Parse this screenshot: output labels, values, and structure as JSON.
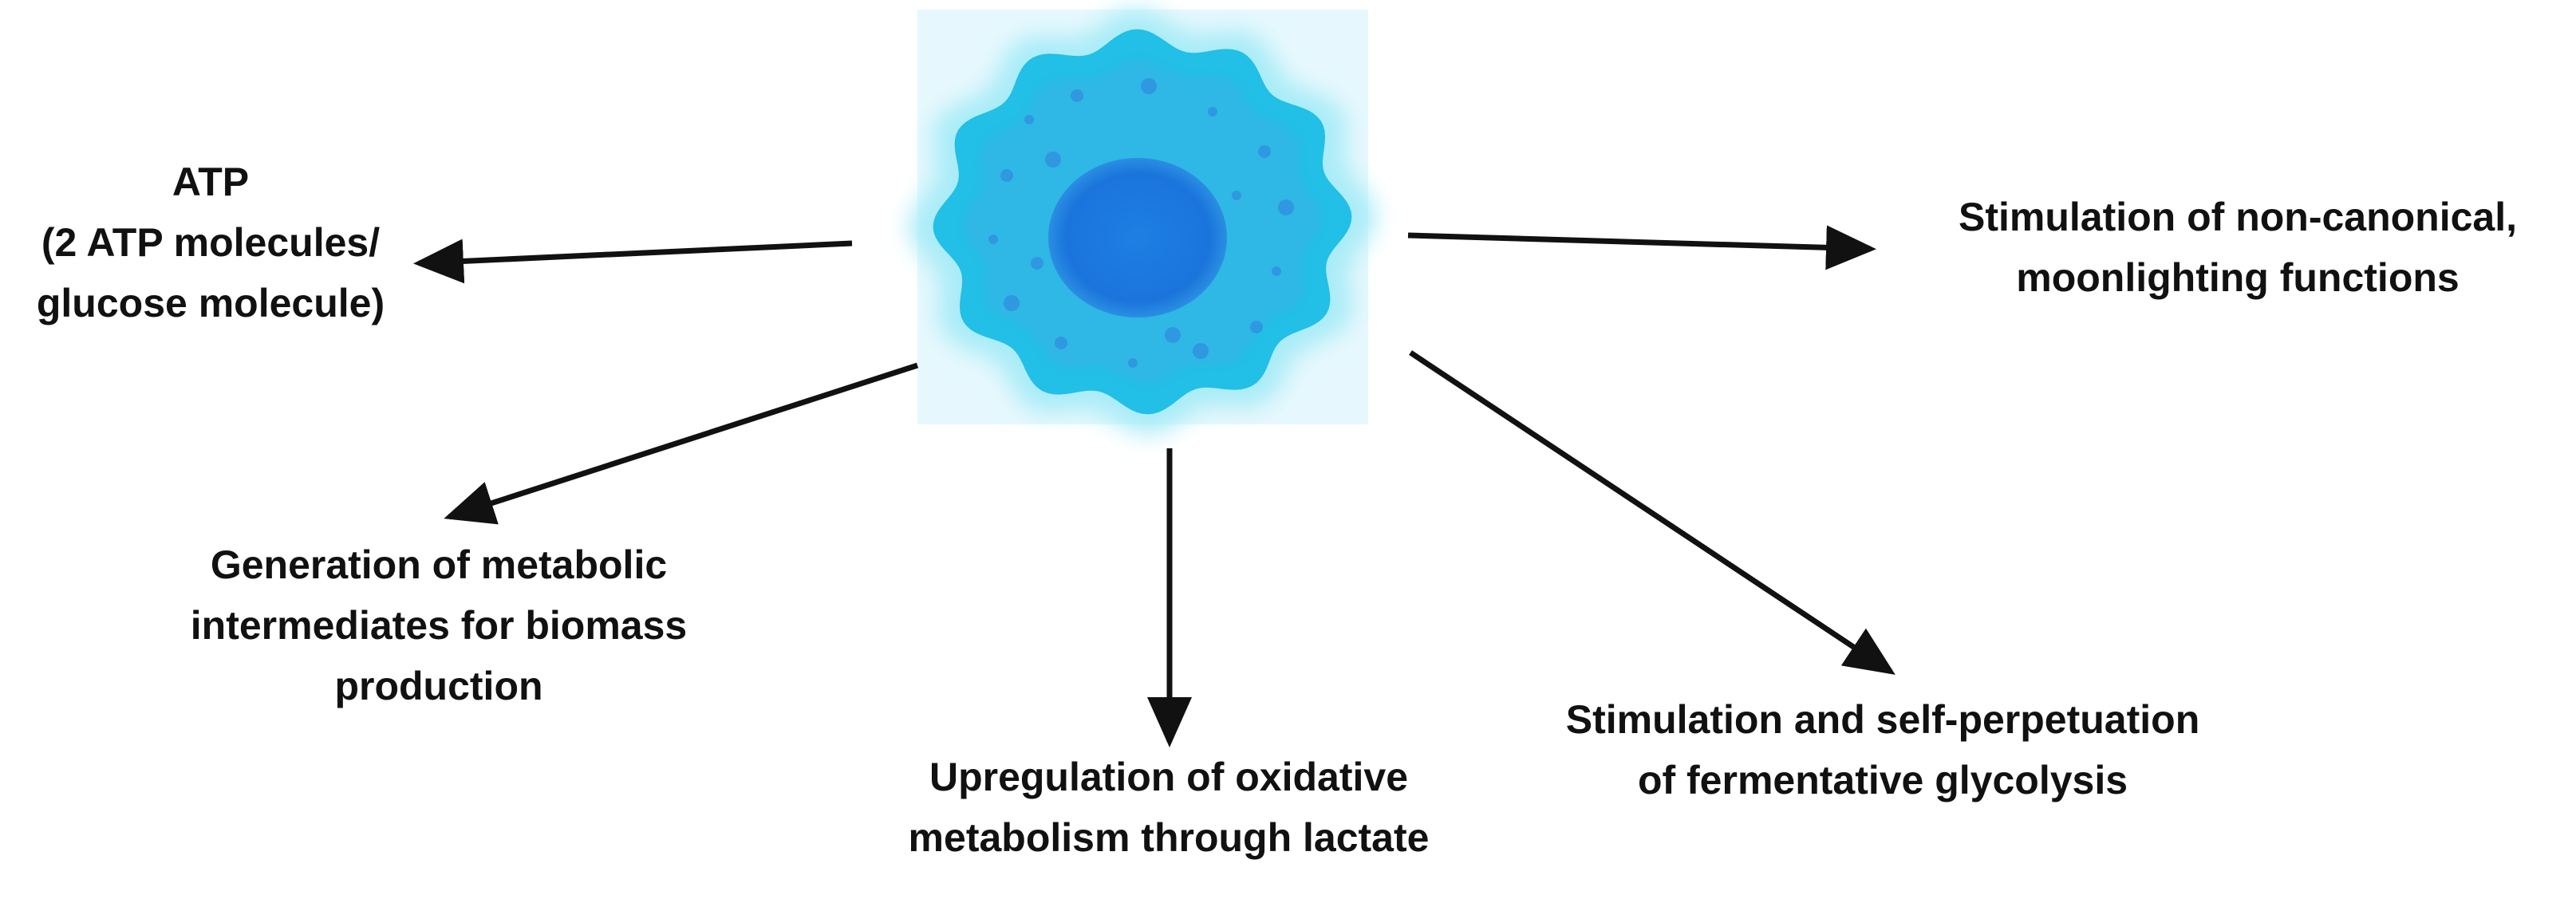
{
  "colors": {
    "arrow": "#111111",
    "text": "#111111",
    "cell_halo": "#a9ecf8",
    "cell_body": "#22bfe6",
    "cell_inner": "#41aee6",
    "nucleus": "#1a78df",
    "granule": "#2f7fdb"
  },
  "central_image": {
    "icon": "cell-icon"
  },
  "outcomes": {
    "atp": {
      "lines": [
        "ATP",
        "(2 ATP molecules/",
        "glucose molecule)"
      ]
    },
    "non_canonical": {
      "lines": [
        "Stimulation of non-canonical,",
        "moonlighting functions"
      ]
    },
    "biomass": {
      "lines": [
        "Generation of metabolic",
        "intermediates for biomass",
        "production"
      ]
    },
    "oxidative": {
      "lines": [
        "Upregulation of oxidative",
        "metabolism through lactate"
      ]
    },
    "fermentative": {
      "lines": [
        "Stimulation and self-perpetuation",
        "of fermentative glycolysis"
      ]
    }
  }
}
